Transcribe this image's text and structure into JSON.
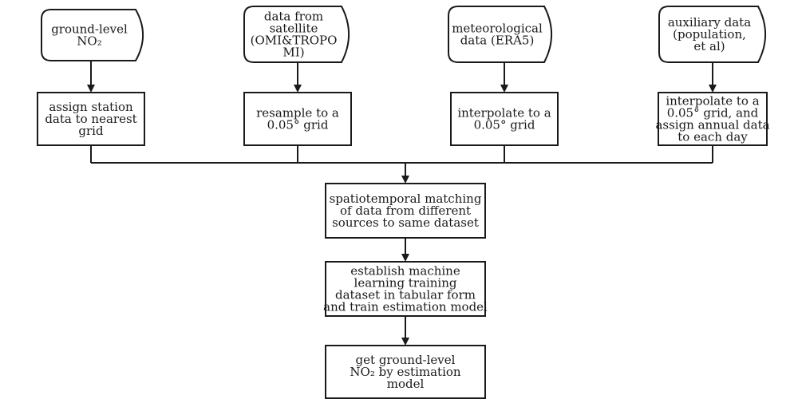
{
  "sources": [
    {
      "id": "src-ground",
      "lines": [
        "ground-level",
        "NO₂"
      ]
    },
    {
      "id": "src-satellite",
      "lines": [
        "data from",
        "satellite",
        "(OMI&TROPO",
        "MI)"
      ]
    },
    {
      "id": "src-met",
      "lines": [
        "meteorological",
        "data (ERA5)"
      ]
    },
    {
      "id": "src-aux",
      "lines": [
        "auxiliary data",
        "(population,",
        "et al)"
      ]
    }
  ],
  "preprocess": [
    {
      "id": "proc-assign",
      "lines": [
        "assign station",
        "data to nearest",
        "grid"
      ]
    },
    {
      "id": "proc-resample",
      "lines": [
        "resample to a",
        "0.05° grid"
      ]
    },
    {
      "id": "proc-interp-met",
      "lines": [
        "interpolate to a",
        "0.05° grid"
      ]
    },
    {
      "id": "proc-interp-aux",
      "lines": [
        "interpolate to a",
        "0.05° grid, and",
        "assign annual data",
        "to each day"
      ]
    }
  ],
  "pipeline": [
    {
      "id": "step-match",
      "lines": [
        "spatiotemporal matching",
        "of data from different",
        "sources to same dataset"
      ]
    },
    {
      "id": "step-train",
      "lines": [
        "establish machine",
        "learning training",
        "dataset in tabular form",
        "and train estimation model"
      ]
    },
    {
      "id": "step-output",
      "lines": [
        "get ground-level",
        "NO₂ by estimation",
        "model"
      ]
    }
  ]
}
